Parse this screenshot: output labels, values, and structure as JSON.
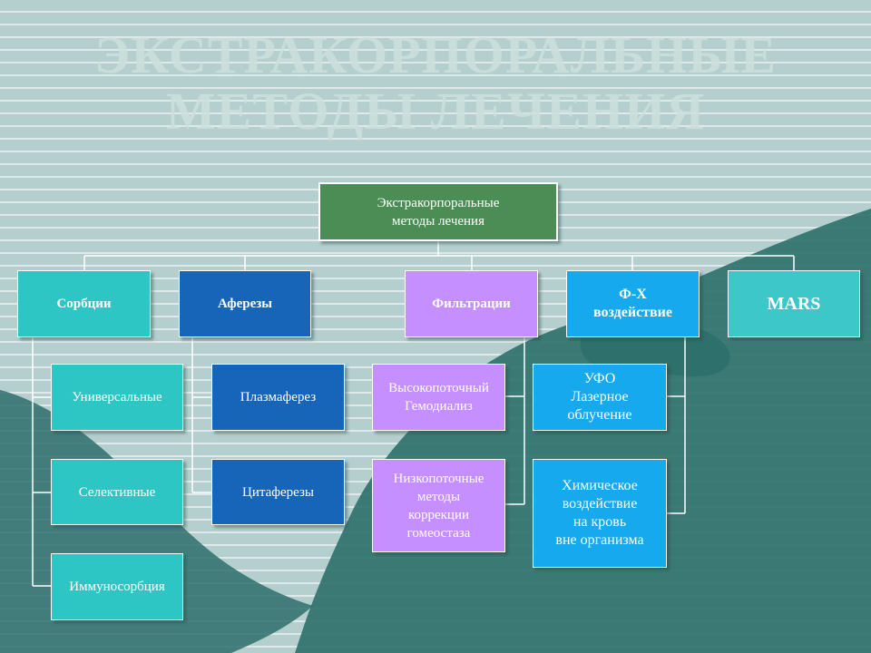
{
  "title": {
    "line1": "ЭКСТРАКОРПОРАЛЬНЫЕ",
    "line2": "МЕТОДЫ ЛЕЧЕНИЯ"
  },
  "diagram": {
    "root": {
      "line1": "Экстракорпоральные",
      "line2": "методы лечения"
    },
    "categories": {
      "sorption": "Сорбции",
      "apheresis": "Аферезы",
      "filtration": "Фильтрации",
      "physchem": {
        "line1": "Ф-Х",
        "line2": "воздействие"
      },
      "mars": "MARS"
    },
    "sorption_items": [
      "Универсальные",
      "Селективные",
      "Иммуносорбция"
    ],
    "apheresis_items": [
      "Плазмаферез",
      "Цитаферезы"
    ],
    "filtration_items": {
      "high": {
        "line1": "Высокопоточный",
        "line2": "Гемодиализ"
      },
      "low": {
        "line1": "Низкопоточные",
        "line2": "методы",
        "line3": "коррекции",
        "line4": "гомеостаза"
      }
    },
    "physchem_items": {
      "first": {
        "line1": "УФО",
        "line2": "Лазерное",
        "line3": "облучение"
      },
      "second": {
        "line1": "Химическое",
        "line2": "воздействие",
        "line3": "на кровь",
        "line4": "вне организма"
      }
    }
  },
  "colors": {
    "background": "#b4cfce",
    "stripes": "#dfe9e9",
    "hands": "#2e6f6c",
    "root": "#4b8d55",
    "teal": "#2ec6c5",
    "blue": "#1765b9",
    "violet": "#c68fff",
    "sky": "#16a9ee"
  }
}
